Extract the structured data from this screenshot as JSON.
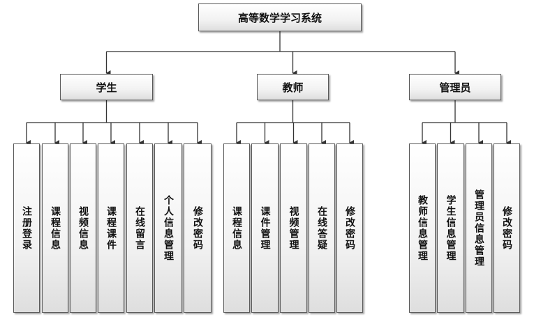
{
  "root": {
    "label": "高等数学学习系统"
  },
  "groups": [
    {
      "id": "student",
      "label": "学生",
      "children": [
        "注册登录",
        "课程信息",
        "视频信息",
        "课程课件",
        "在线留言",
        "个人信息管理",
        "修改密码"
      ]
    },
    {
      "id": "teacher",
      "label": "教师",
      "children": [
        "课程信息",
        "课件管理",
        "视频管理",
        "在线答疑",
        "修改密码"
      ]
    },
    {
      "id": "admin",
      "label": "管理员",
      "children": [
        "教师信息管理",
        "学生信息管理",
        "管理员信息管理",
        "修改密码"
      ]
    }
  ],
  "colors": {
    "line": "#333333",
    "border": "#5a5a5a",
    "text": "#111111"
  }
}
